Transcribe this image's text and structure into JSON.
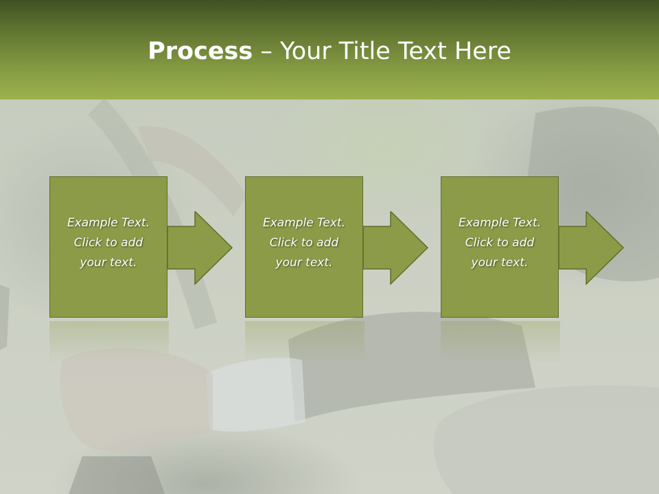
{
  "title": {
    "bold": "Process",
    "rest": " – Your Title Text Here"
  },
  "steps": [
    {
      "line1": "Example Text.",
      "line2": "Click  to add",
      "line3": "your text."
    },
    {
      "line1": "Example Text.",
      "line2": "Click  to add",
      "line3": "your text."
    },
    {
      "line1": "Example Text.",
      "line2": "Click  to add",
      "line3": "your text."
    }
  ],
  "colors": {
    "title_band_top": "#3f5122",
    "title_band_bottom": "#9db04e",
    "box_fill": "#8b9b47",
    "box_border": "#5e6d2a",
    "text": "#ffffff"
  },
  "icons": [
    "arrow-right-icon"
  ]
}
